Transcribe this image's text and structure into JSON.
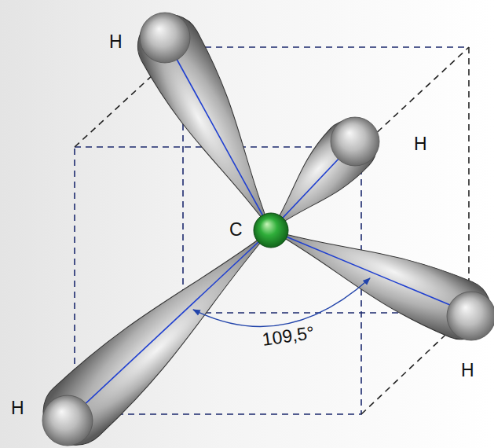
{
  "diagram": {
    "labels": [
      "H",
      "H",
      "C",
      "H",
      "H",
      "109,5°"
    ]
  }
}
